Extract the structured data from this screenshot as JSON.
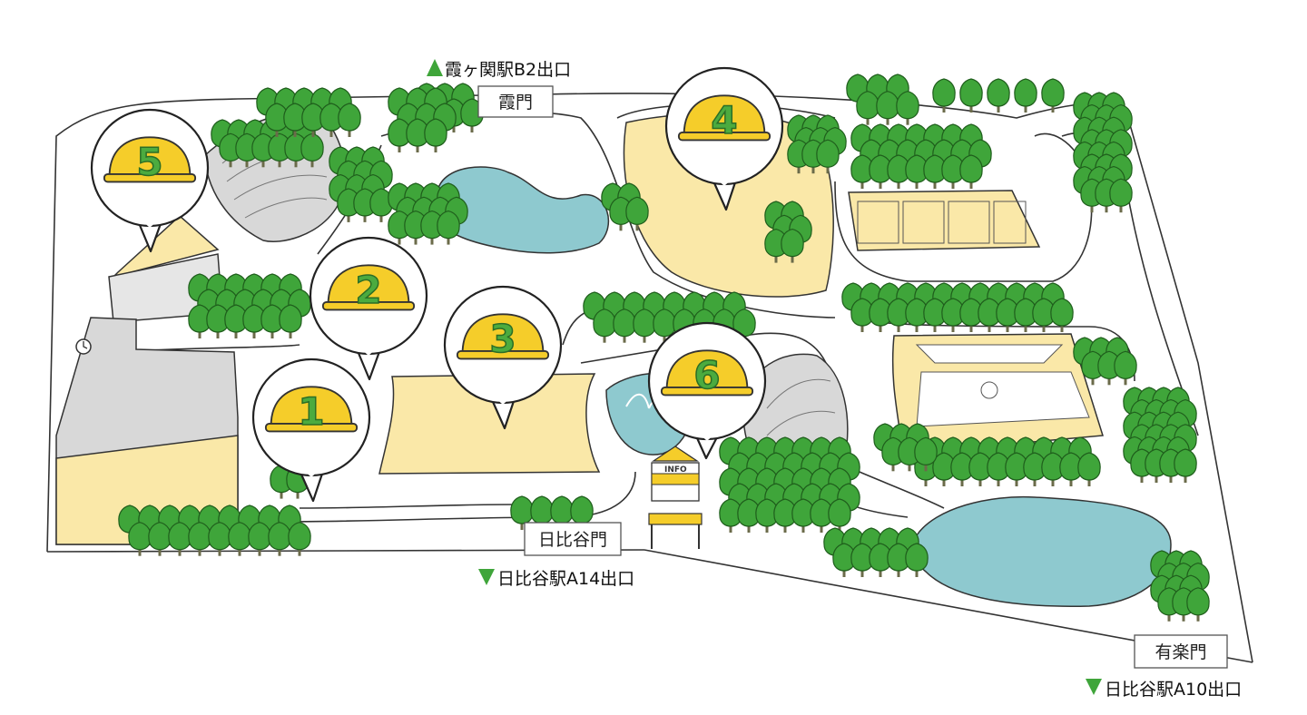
{
  "gates": {
    "kasumi": "霞門",
    "hibiya": "日比谷門",
    "yurakucho": "有楽門"
  },
  "stations": {
    "kasumigaseki_b2": "霞ヶ関駅B2出口",
    "hibiya_a14": "日比谷駅A14出口",
    "hibiya_a10": "日比谷駅A10出口"
  },
  "info_sign": "INFO",
  "pins": [
    {
      "number": "1"
    },
    {
      "number": "2"
    },
    {
      "number": "3"
    },
    {
      "number": "4"
    },
    {
      "number": "5"
    },
    {
      "number": "6"
    }
  ],
  "colors": {
    "tree": "#3fa53a",
    "lawn": "#fae8a8",
    "pond": "#8ec9cf",
    "building": "#d8d8d8",
    "helmet": "#f5cd2a",
    "number": "#4cab3f",
    "station_arrow": "#3fa53a"
  },
  "icons": {
    "pin": "helmet-pin-icon",
    "tree": "tree-icon",
    "arrow_up": "triangle-up-icon",
    "arrow_down": "triangle-down-icon",
    "clock": "clock-icon"
  }
}
